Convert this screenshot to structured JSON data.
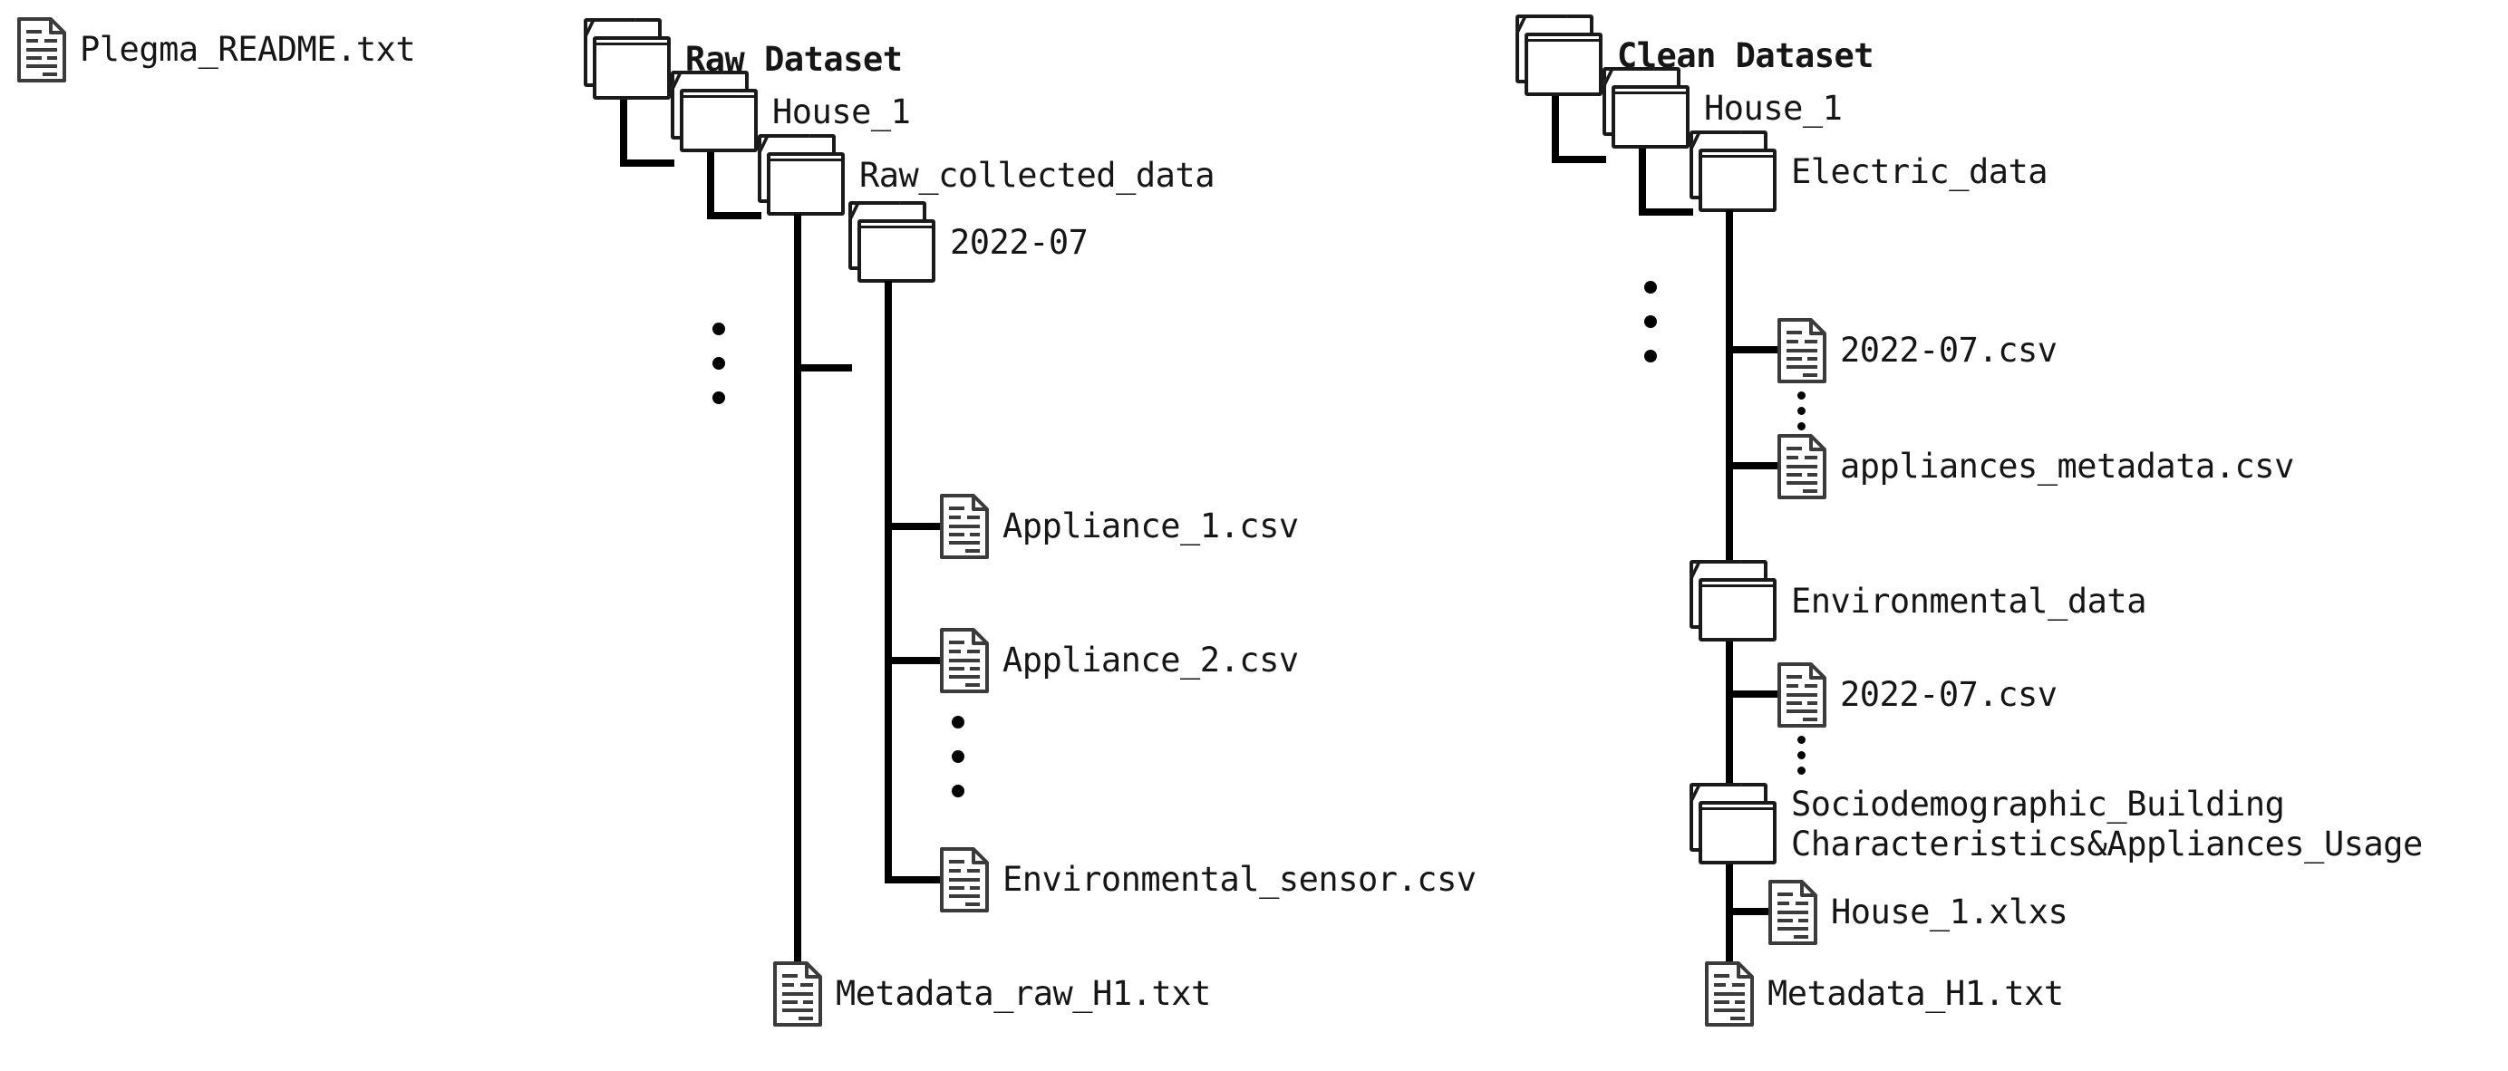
{
  "diagram": {
    "title": "Plegma dataset folder structure",
    "colors": {
      "ink": "#161616",
      "line": "#000000",
      "background": "#ffffff"
    }
  },
  "readme": {
    "label": "Plegma_README.txt",
    "icon": "file-icon"
  },
  "raw_tree": {
    "root": {
      "label": "Raw Dataset",
      "icon": "folder-icon"
    },
    "house": {
      "label": "House_1",
      "icon": "folder-icon"
    },
    "collected": {
      "label": "Raw_collected_data",
      "icon": "folder-icon"
    },
    "month": {
      "label": "2022-07",
      "icon": "folder-icon"
    },
    "files": [
      {
        "label": "Appliance_1.csv",
        "icon": "file-icon"
      },
      {
        "label": "Appliance_2.csv",
        "icon": "file-icon"
      },
      {
        "label": "Environmental_sensor.csv",
        "icon": "file-icon"
      }
    ],
    "metadata": {
      "label": "Metadata_raw_H1.txt",
      "icon": "file-icon"
    },
    "ellipsis_houses": "vertical-ellipsis",
    "ellipsis_appliances": "vertical-ellipsis"
  },
  "clean_tree": {
    "root": {
      "label": "Clean Dataset",
      "icon": "folder-icon"
    },
    "house": {
      "label": "House_1",
      "icon": "folder-icon"
    },
    "electric": {
      "label": "Electric_data",
      "icon": "folder-icon",
      "files": [
        {
          "label": "2022-07.csv",
          "icon": "file-icon"
        },
        {
          "label": "appliances_metadata.csv",
          "icon": "file-icon"
        }
      ]
    },
    "environmental": {
      "label": "Environmental_data",
      "icon": "folder-icon",
      "files": [
        {
          "label": "2022-07.csv",
          "icon": "file-icon"
        }
      ]
    },
    "sociodemographic": {
      "label": "Sociodemographic_Building\nCharacteristics&Appliances_Usage",
      "icon": "folder-icon",
      "files": [
        {
          "label": "House_1.xlxs",
          "icon": "file-icon"
        }
      ]
    },
    "metadata": {
      "label": "Metadata_H1.txt",
      "icon": "file-icon"
    },
    "ellipsis_houses": "vertical-ellipsis",
    "ellipsis_months_electric": "vertical-ellipsis",
    "ellipsis_months_environmental": "vertical-ellipsis"
  }
}
